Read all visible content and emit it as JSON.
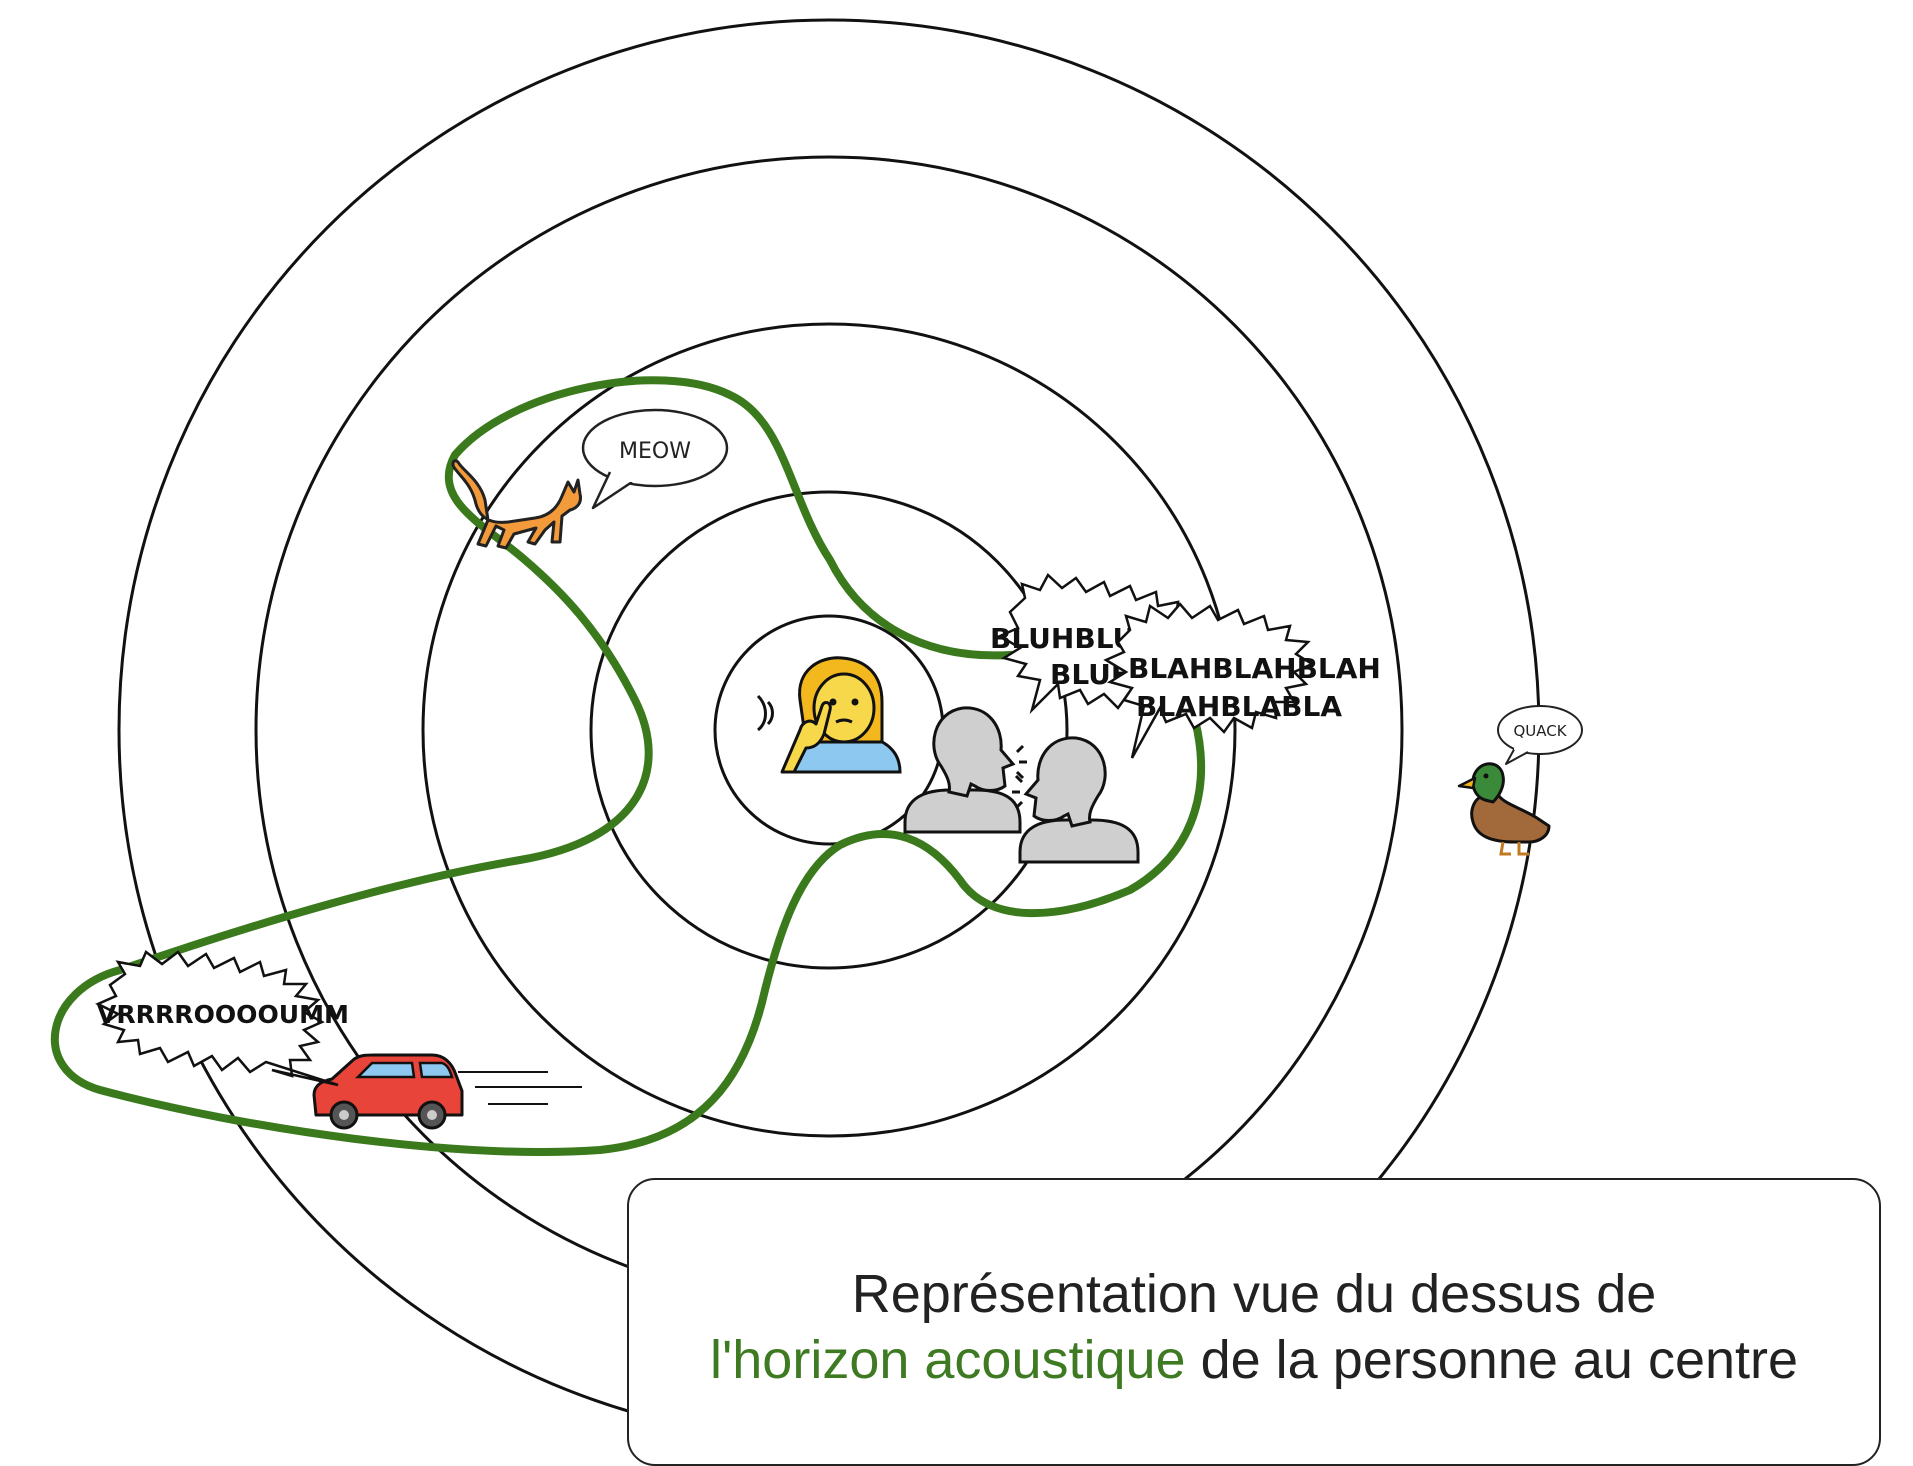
{
  "sounds": {
    "cat": "MEOW",
    "car": "VRRRROOOOUMM",
    "person_a": [
      "BLUHBLUH",
      "BLUH"
    ],
    "person_b": [
      "BLAHBLAHBLAH",
      "BLAHBLABLA"
    ],
    "duck": "QUACK"
  },
  "caption": {
    "line1": "Représentation vue du dessus de",
    "line2_highlight": "l'horizon acoustique",
    "line2_rest": " de la personne au centre"
  },
  "colors": {
    "horizon": "#3a7a1c",
    "rings": "#111111",
    "highlight": "#3d7a22"
  }
}
